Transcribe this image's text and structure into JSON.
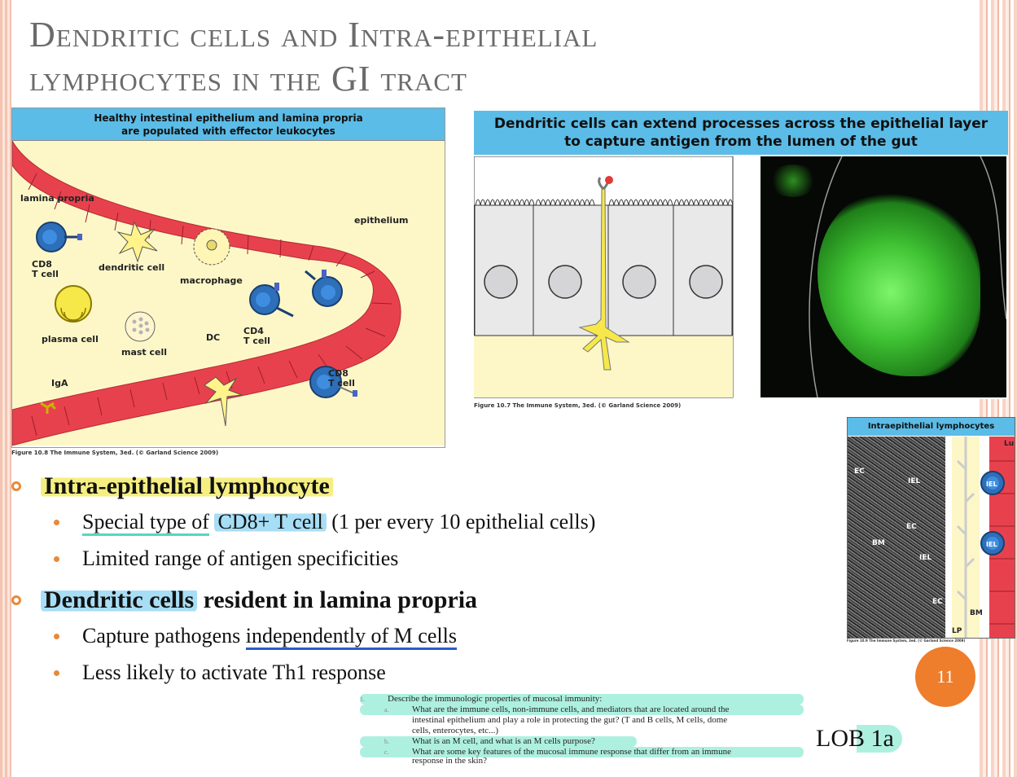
{
  "title": {
    "line1": "Dendritic cells and Intra-epithelial",
    "line2": "lymphocytes in the GI tract"
  },
  "figure_left": {
    "header_line1": "Healthy intestinal epithelium and lamina propria",
    "header_line2": "are populated with effector leukocytes",
    "labels": {
      "lamina_propria": "lamina propria",
      "epithelium": "epithelium",
      "cd8_t_cell_1a": "CD8",
      "cd8_t_cell_1b": "T cell",
      "dendritic_cell": "dendritic cell",
      "macrophage": "macrophage",
      "plasma_cell": "plasma cell",
      "mast_cell": "mast cell",
      "dc": "DC",
      "cd4_a": "CD4",
      "cd4_b": "T cell",
      "iga": "IgA",
      "cd8_t_cell_2a": "CD8",
      "cd8_t_cell_2b": "T cell"
    },
    "caption": "Figure 10.8 The Immune System, 3ed. (© Garland Science 2009)"
  },
  "figure_right": {
    "header_line1": "Dendritic cells can extend processes across the epithelial layer",
    "header_line2": "to capture antigen from the lumen of the gut",
    "caption": "Figure 10.7 The Immune System, 3ed. (© Garland Science 2009)"
  },
  "figure_iel": {
    "header": "Intraepithelial lymphocytes",
    "labels": {
      "lu": "Lu",
      "ec1": "EC",
      "iel1": "IEL",
      "bm1": "BM",
      "ec2": "EC",
      "iel2": "IEL",
      "ec3": "EC",
      "lp": "LP",
      "bm2": "BM",
      "iel_cell1": "IEL",
      "iel_cell2": "IEL"
    },
    "caption": "Figure 10.9 The Immune System, 3ed. (© Garland Science 2009)"
  },
  "bullets": {
    "b1": "Intra-epithelial lymphocyte",
    "b1_s1_a": "Special type of",
    "b1_s1_b": "CD8+ T cell",
    "b1_s1_c": "(1 per every 10 epithelial cells)",
    "b1_s2": "Limited range of antigen specificities",
    "b2_a": "Dendritic cells",
    "b2_b": "resident in lamina propria",
    "b2_s1_a": "Capture pathogens",
    "b2_s1_b": "independently of M cells",
    "b2_s2": "Less likely to activate Th1 response"
  },
  "page_number": "11",
  "notes": {
    "n1_num": "1.",
    "n1": "Describe the immunologic properties of mucosal immunity:",
    "na_num": "a.",
    "na1": "What are the immune cells, non-immune cells, and mediators that are located around the",
    "na2": "intestinal epithelium and play a role in protecting the gut? (T and B cells, M cells, dome",
    "na3": "cells, enterocytes, etc...)",
    "nb_num": "b.",
    "nb": "What is an M cell, and what is an M cells purpose?",
    "nc_num": "c.",
    "nc1": "What are some key features of the mucosal immune response that differ from an immune",
    "nc2": "response in the skin?"
  },
  "lob": "LOB 1a",
  "colors": {
    "accent_orange": "#ee7d2c",
    "header_blue": "#5bbce7",
    "epithelium_red": "#e8414e",
    "lamina_cream": "#fdf7c8"
  }
}
